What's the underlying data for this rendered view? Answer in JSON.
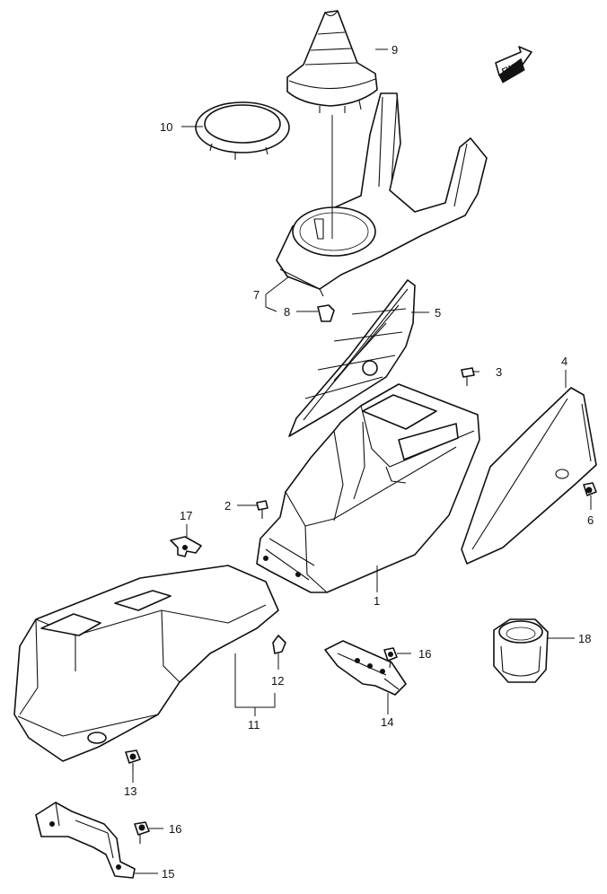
{
  "callouts": {
    "c1": "1",
    "c2": "2",
    "c3": "3",
    "c4": "4",
    "c5": "5",
    "c6": "6",
    "c7": "7",
    "c8": "8",
    "c9": "9",
    "c10": "10",
    "c11": "11",
    "c12": "12",
    "c13": "13",
    "c14": "14",
    "c15": "15",
    "c16a": "16",
    "c16b": "16",
    "c17": "17",
    "c18": "18"
  },
  "direction_marker": {
    "label": "FWD",
    "icon": "forward-arrow-icon"
  },
  "colors": {
    "line": "#111111",
    "background": "#ffffff"
  }
}
